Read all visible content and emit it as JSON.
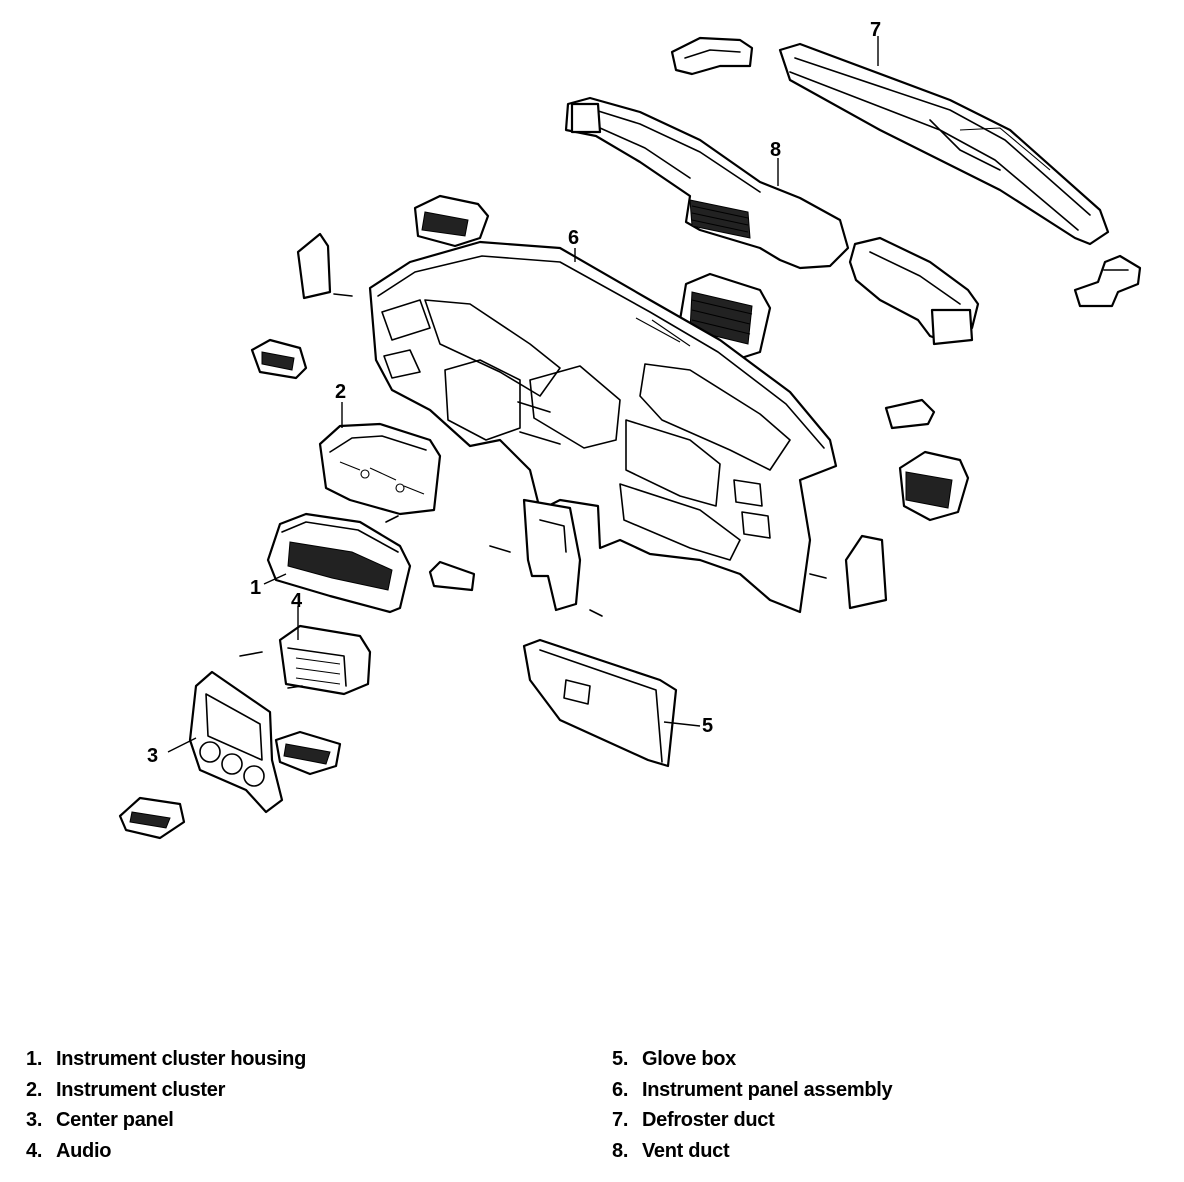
{
  "callouts": {
    "c1": "1",
    "c2": "2",
    "c3": "3",
    "c4": "4",
    "c5": "5",
    "c6": "6",
    "c7": "7",
    "c8": "8"
  },
  "legend": {
    "left": [
      {
        "num": "1.",
        "label": "Instrument cluster housing"
      },
      {
        "num": "2.",
        "label": "Instrument cluster"
      },
      {
        "num": "3.",
        "label": "Center panel"
      },
      {
        "num": "4.",
        "label": "Audio"
      }
    ],
    "right": [
      {
        "num": "5.",
        "label": "Glove box"
      },
      {
        "num": "6.",
        "label": "Instrument panel assembly"
      },
      {
        "num": "7.",
        "label": "Defroster duct"
      },
      {
        "num": "8.",
        "label": "Vent duct"
      }
    ]
  }
}
